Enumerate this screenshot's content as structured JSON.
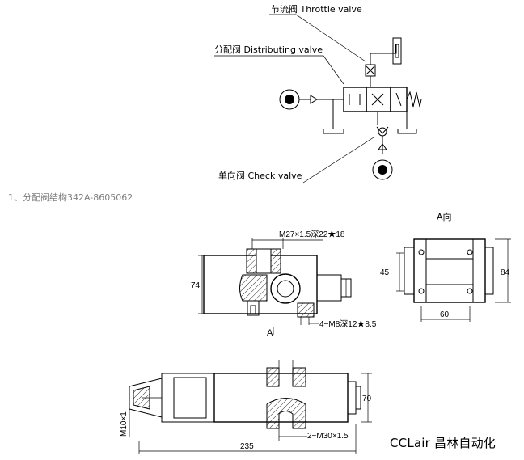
{
  "schematic": {
    "throttle_label": "节流阀 Throttle valve",
    "distributing_label": "分配阀 Distributing valve",
    "check_label": "单向阀 Check valve"
  },
  "caption": "1、分配阀结构342A-8605062",
  "drawing": {
    "section_label": "A向",
    "view_label": "A",
    "dim_top_thread": "M27×1.5深22★18",
    "dim_height_74": "74",
    "dim_holes": "4−M8深12★8.5",
    "dim_45": "45",
    "dim_84": "84",
    "dim_60": "60",
    "dim_70": "70",
    "dim_m10": "M10×1",
    "dim_235": "235",
    "dim_m30": "2−M30×1.5"
  },
  "brand": "CCLair 昌林自动化"
}
